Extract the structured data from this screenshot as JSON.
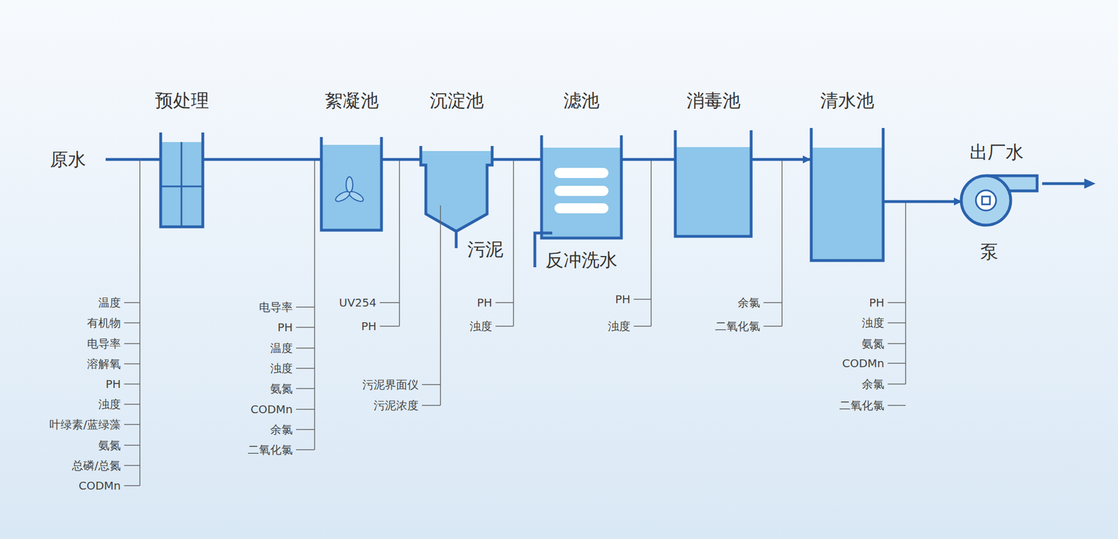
{
  "diagram": {
    "nodes": [
      {
        "text": [
          "预处理"
        ]
      },
      {
        "text": [
          "絮凝池"
        ]
      },
      {
        "text": [
          "沉淀池"
        ]
      },
      {
        "text": [
          "滤池"
        ]
      },
      {
        "text": [
          "消毒池"
        ]
      },
      {
        "text": [
          "清水池"
        ]
      },
      {
        "text": [
          "出厂水",
          "泵"
        ]
      }
    ],
    "edges": [
      {
        "from": 0,
        "to": 1,
        "arrow": "none"
      },
      {
        "from": 1,
        "to": 2,
        "arrow": "none"
      },
      {
        "from": 2,
        "to": 3,
        "arrow": "none"
      },
      {
        "from": 3,
        "to": 4,
        "arrow": "none"
      },
      {
        "from": 4,
        "to": 5,
        "arrow": "to"
      },
      {
        "from": 5,
        "to": 6,
        "arrow": "to"
      }
    ],
    "labels": [
      "原水",
      "污泥",
      "反冲洗水",
      "温度",
      "有机物",
      "电导率",
      "溶解氧",
      "PH",
      "浊度",
      "叶绿素/蓝绿藻",
      "氨氮",
      "总磷/总氮",
      "CODMn",
      "电导率",
      "PH",
      "温度",
      "浊度",
      "氨氮",
      "CODMn",
      "余氯",
      "二氧化氯",
      "UV254",
      "PH",
      "污泥界面仪",
      "污泥浓度",
      "PH",
      "浊度",
      "PH",
      "浊度",
      "余氯",
      "二氧化氯",
      "PH",
      "浊度",
      "氨氮",
      "CODMn",
      "余氯",
      "二氧化氯"
    ]
  }
}
